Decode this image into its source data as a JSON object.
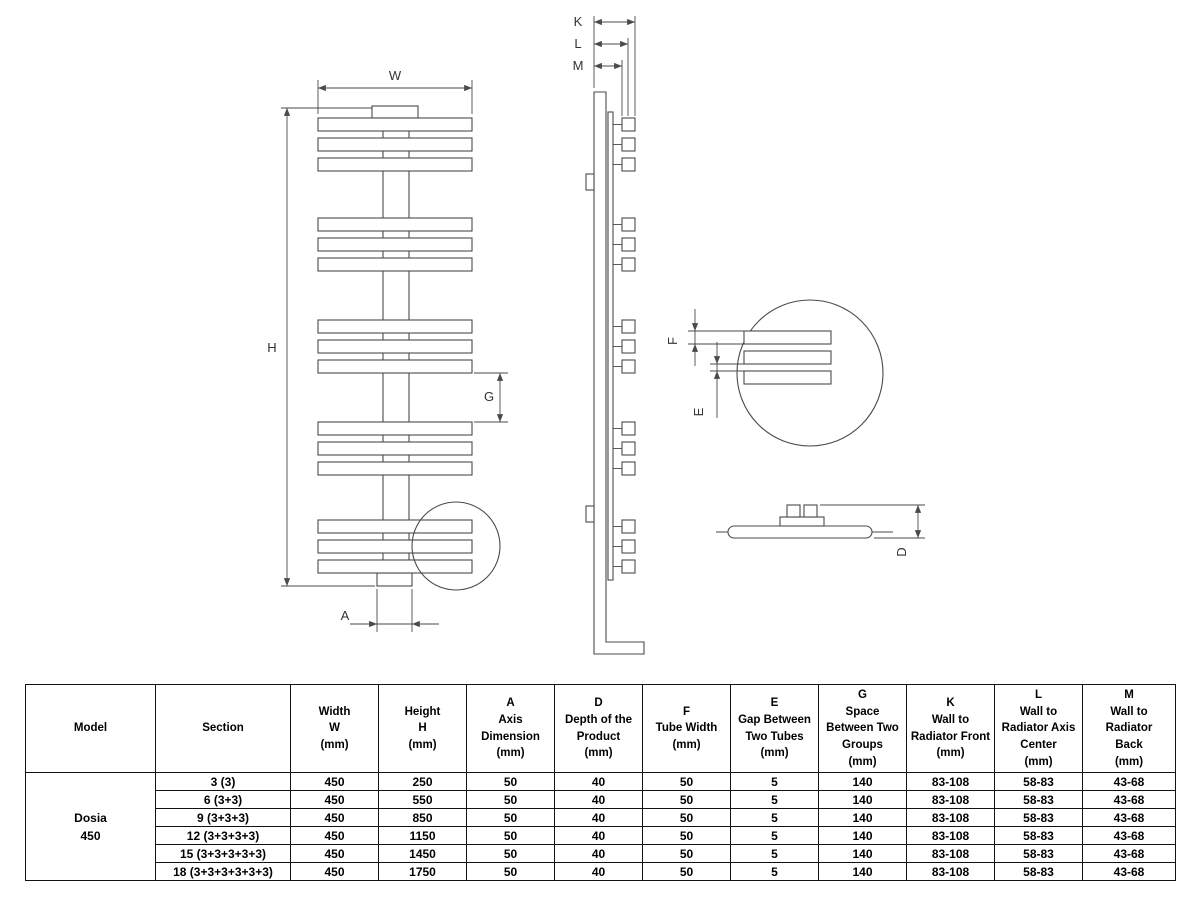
{
  "drawing": {
    "labels": {
      "W": "W",
      "H": "H",
      "G": "G",
      "A": "A",
      "K": "K",
      "L": "L",
      "M": "M",
      "F": "F",
      "E": "E",
      "D": "D"
    }
  },
  "table": {
    "headers": [
      "Model",
      "Section",
      "Width\nW\n(mm)",
      "Height\nH\n(mm)",
      "A\nAxis\nDimension\n(mm)",
      "D\nDepth of the\nProduct\n(mm)",
      "F\nTube Width\n(mm)",
      "E\nGap Between\nTwo Tubes\n(mm)",
      "G\nSpace\nBetween Two\nGroups\n(mm)",
      "K\nWall to\nRadiator Front\n(mm)",
      "L\nWall to\nRadiator Axis\nCenter\n(mm)",
      "M\nWall to\nRadiator\nBack\n(mm)"
    ],
    "model": "Dosia\n450",
    "rows": [
      [
        "3 (3)",
        "450",
        "250",
        "50",
        "40",
        "50",
        "5",
        "140",
        "83-108",
        "58-83",
        "43-68"
      ],
      [
        "6 (3+3)",
        "450",
        "550",
        "50",
        "40",
        "50",
        "5",
        "140",
        "83-108",
        "58-83",
        "43-68"
      ],
      [
        "9 (3+3+3)",
        "450",
        "850",
        "50",
        "40",
        "50",
        "5",
        "140",
        "83-108",
        "58-83",
        "43-68"
      ],
      [
        "12 (3+3+3+3)",
        "450",
        "1150",
        "50",
        "40",
        "50",
        "5",
        "140",
        "83-108",
        "58-83",
        "43-68"
      ],
      [
        "15 (3+3+3+3+3)",
        "450",
        "1450",
        "50",
        "40",
        "50",
        "5",
        "140",
        "83-108",
        "58-83",
        "43-68"
      ],
      [
        "18 (3+3+3+3+3+3)",
        "450",
        "1750",
        "50",
        "40",
        "50",
        "5",
        "140",
        "83-108",
        "58-83",
        "43-68"
      ]
    ]
  }
}
